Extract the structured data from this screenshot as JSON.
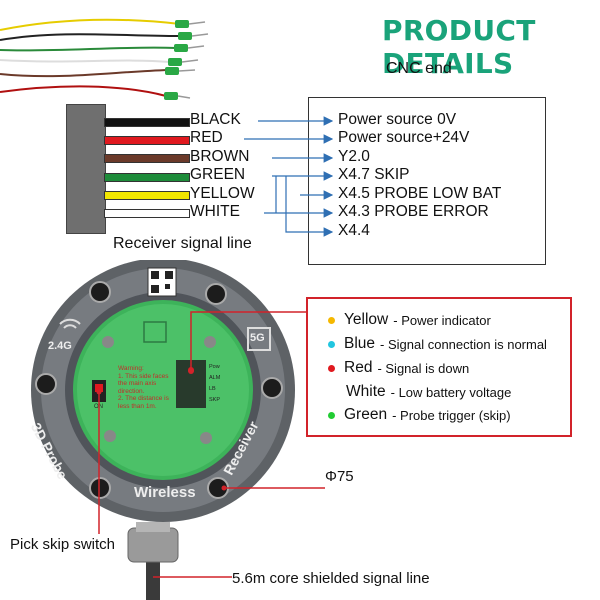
{
  "title": "PRODUCT DETAILS",
  "cnc_end_label": "CNC end",
  "wires": [
    {
      "label": "BLACK",
      "color": "#111111",
      "target": "Power source 0V"
    },
    {
      "label": "RED",
      "color": "#e0191f",
      "target": "Power source+24V"
    },
    {
      "label": "BROWN",
      "color": "#6b3a2a",
      "target": "Y2.0"
    },
    {
      "label": "GREEN",
      "color": "#1e8c3a",
      "target": "X4.7 SKIP"
    },
    {
      "label": "YELLOW",
      "color": "#f2e600",
      "target": "X4.5 PROBE LOW BAT"
    },
    {
      "label": "WHITE",
      "color": "#ffffff",
      "target": "X4.3 PROBE ERROR"
    }
  ],
  "extra_terminal": "X4.4",
  "receiver_signal_label": "Receiver signal line",
  "leds": [
    {
      "name": "Yellow",
      "desc": "- Power indicator",
      "color": "#f5b800"
    },
    {
      "name": "Blue",
      "desc": "- Signal connection is normal",
      "color": "#22c6e0"
    },
    {
      "name": "Red",
      "desc": "- Signal is down",
      "color": "#e0191f"
    },
    {
      "name": "White",
      "desc": "- Low battery voltage",
      "color": "#ffffff"
    },
    {
      "name": "Green",
      "desc": "- Probe trigger (skip)",
      "color": "#22cc33"
    }
  ],
  "diameter_label": "Φ75",
  "pick_skip_label": "Pick skip switch",
  "signal_line_label": "5.6m core shielded  signal line",
  "device": {
    "freq_label": "2.4G",
    "band_label": "5G",
    "brand_left": "3D Probe",
    "brand_right": "Receiver",
    "brand_bottom": "Wireless",
    "warning_title": "Warning:",
    "warning_lines": [
      "1. This side faces",
      "the main axis",
      "direction.",
      "2. The distance is",
      "less than 1m."
    ],
    "on_label": "ON",
    "pcb_labels": [
      "Pow",
      "ALM",
      "LB",
      "SKP"
    ]
  },
  "accent_red": "#d2232a",
  "title_green": "#1aa37a"
}
